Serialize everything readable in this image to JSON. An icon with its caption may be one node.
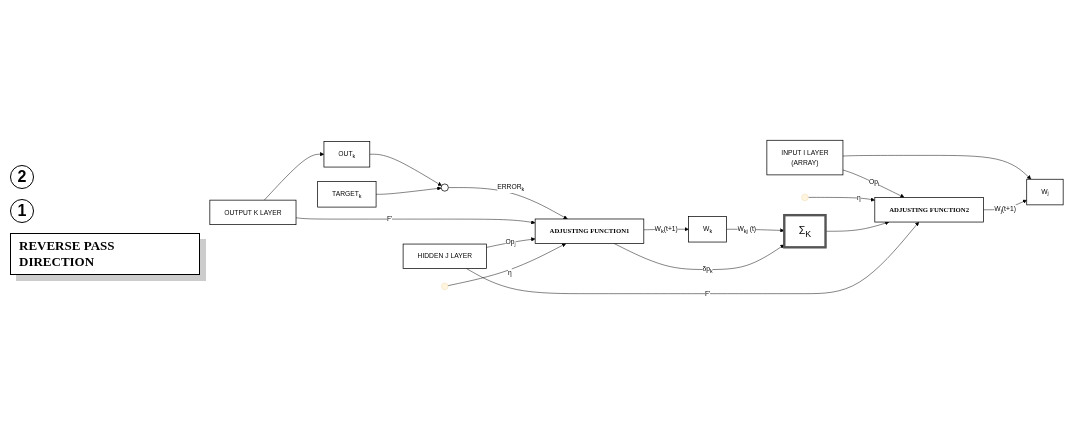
{
  "diagram": {
    "nodes": [
      {
        "text": [
          "ADJUSTING FUNCTION2"
        ]
      },
      {
        "text": [
          "Σ$_{K}$"
        ]
      },
      {
        "text": [
          "INPUT I LAYER",
          "(ARRAY)"
        ]
      },
      {
        "text": [
          "W$_{j}$"
        ]
      },
      {
        "text": [
          "HIDDEN J LAYER"
        ]
      },
      {
        "text": [
          "W$_{k}$"
        ]
      },
      {
        "text": [
          "OUTPUT K LAYER"
        ]
      },
      {
        "text": [
          "OUT$_{k}$"
        ]
      },
      {
        "text": [],
        "shape": "circle"
      },
      {
        "text": [
          "TARGET$_{k}$"
        ]
      },
      {
        "text": [
          "ADJUSTING FUNCTION1"
        ]
      }
    ],
    "edges": [
      {
        "from": 2,
        "to": 0,
        "arrow": "to",
        "label": "Op$_{i}$"
      },
      {
        "from": 2,
        "to": 3,
        "arrow": "to"
      },
      {
        "from": 0,
        "to": 3,
        "arrow": "to",
        "label": "W$_{j}$(t+1)"
      },
      {
        "from": null,
        "to": 0,
        "arrow": "to",
        "label": "η"
      },
      {
        "from": 1,
        "to": 0,
        "arrow": "to"
      },
      {
        "from": 4,
        "to": 0,
        "arrow": "to",
        "label": "F'"
      },
      {
        "from": 5,
        "to": 1,
        "arrow": "to",
        "label": "W$_{kj}$ (t)"
      },
      {
        "from": 10,
        "to": 1,
        "arrow": "to",
        "label": "δp$_{k}$"
      },
      {
        "from": 6,
        "to": 7,
        "arrow": "to"
      },
      {
        "from": 7,
        "to": 8,
        "arrow": "to"
      },
      {
        "from": 9,
        "to": 8,
        "arrow": "to"
      },
      {
        "from": 8,
        "to": 10,
        "arrow": "to",
        "label": "ERROR$_{k}$"
      },
      {
        "from": 6,
        "to": 10,
        "arrow": "to",
        "label": "F'"
      },
      {
        "from": 10,
        "to": 5,
        "arrow": "to",
        "label": "W$_{k}$(t+1)"
      },
      {
        "from": 4,
        "to": 10,
        "arrow": "to",
        "label": "Op$_{j}$"
      },
      {
        "from": null,
        "to": 10,
        "arrow": "to",
        "label": "η"
      }
    ],
    "labels": [
      "2",
      "1",
      "REVERSE PASS DIRECTION"
    ]
  }
}
